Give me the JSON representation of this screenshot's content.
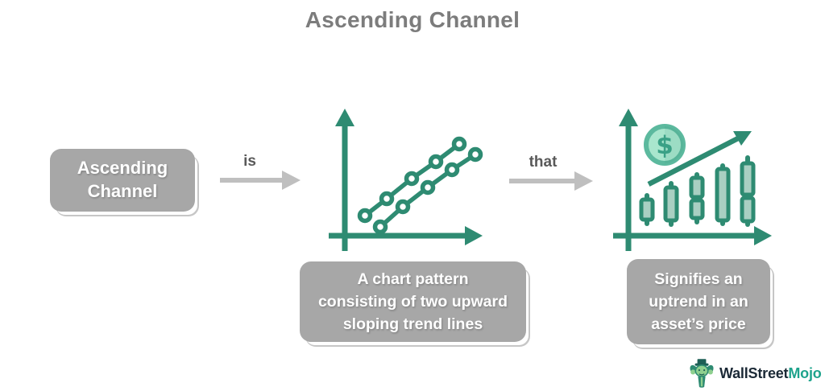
{
  "title": "Ascending Channel",
  "flow": {
    "subject_box": {
      "lines": [
        "Ascending",
        "Channel"
      ]
    },
    "connector1": {
      "label": "is"
    },
    "trend_icon_caption": {
      "lines": [
        "A chart pattern",
        "consisting of two upward",
        "sloping trend lines"
      ]
    },
    "connector2": {
      "label": "that"
    },
    "uptrend_icon_caption": {
      "lines": [
        "Signifies an",
        "uptrend in an",
        "asset’s price"
      ]
    }
  },
  "icons": {
    "trend_channel": "axes-with-two-upward-sloping-dotted-trend-lines",
    "uptrend_candles": "axes-with-rising-candlesticks-trend-arrow-and-dollar-coin",
    "coin_symbol": "$",
    "logo_mascot": "wallstreetmojo-bull-mascot"
  },
  "logo": {
    "brand_part1": "WallStreet",
    "brand_part2": "Mojo"
  },
  "colors": {
    "teal": "#2e8b72",
    "candle_fill": "#a9cfc2",
    "coin_fill": "#a9e6cd",
    "coin_ring": "#5cb99e",
    "box_gray": "#a7a7a7",
    "arrow_gray": "#bfbfbf",
    "title_gray": "#7c7c7c",
    "connector_label_gray": "#595959",
    "logo_dark": "#1b2936",
    "logo_accent": "#1ea38c",
    "background": "#ffffff"
  }
}
